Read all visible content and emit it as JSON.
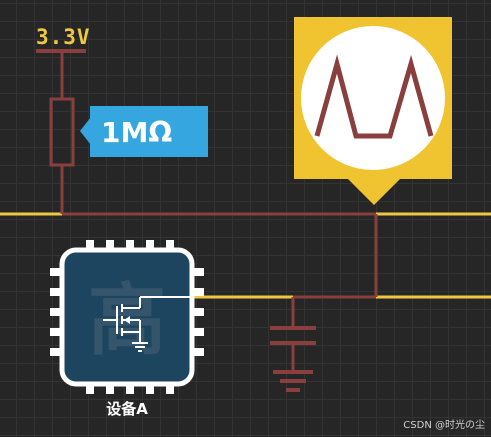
{
  "supply": {
    "label": "3.3V"
  },
  "resistor": {
    "value_label": "1MΩ"
  },
  "chip": {
    "glyph": "高",
    "name": "设备A"
  },
  "watermark": {
    "text": "CSDN @时光の尘"
  },
  "colors": {
    "wire": "#8a3f3f",
    "bus": "#f0c840",
    "resistor_tag": "#35a6e0",
    "oscilloscope_frame": "#f0c430",
    "chip_body": "#1d4560",
    "chip_border": "#ffffff"
  },
  "icons": {
    "oscilloscope": "triangle-wave-icon",
    "transistor": "mosfet-icon",
    "ground": "ground-icon",
    "capacitor": "capacitor-icon"
  }
}
